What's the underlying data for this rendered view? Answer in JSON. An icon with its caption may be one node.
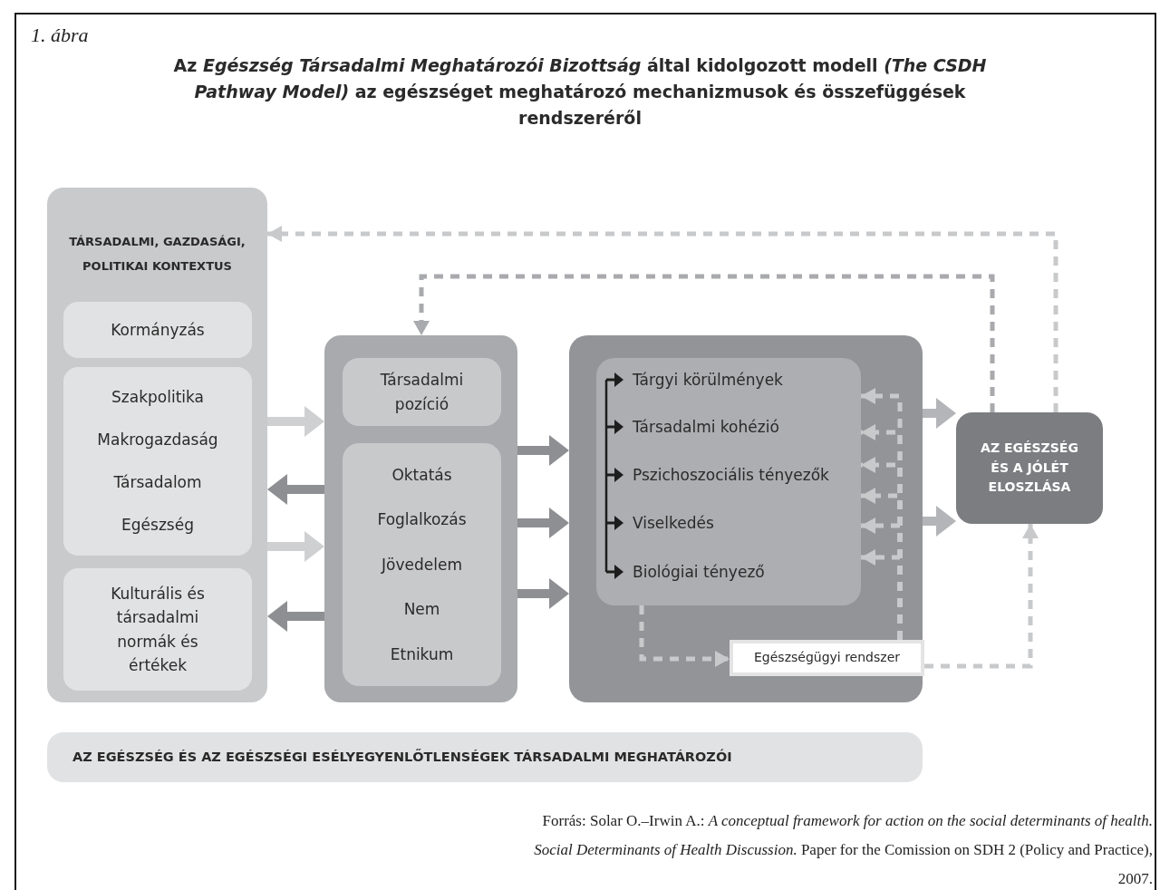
{
  "diagram": {
    "title": "Az *Egészség Társadalmi Meghatározói Bizottság* által kidolgozott modell *(The CSDH Pathway Model)* az egészséget meghatározó mechanizmusok és összefüggések rendszeréről",
    "caption": "Forrás: Solar O.–Irwin A.: *A conceptual framework for action on the social determinants of health. Social Determinants of Health Discussion.* Paper for the Comission on SDH 2 (Policy and Practice), 2007.",
    "nodes": [
      {
        "text": [
          "TÁRSADALMI, GAZDASÁGI, POLITIKAI KONTEXTUS"
        ]
      },
      {
        "text": [
          "Kormányzás"
        ],
        "in": 0
      },
      {
        "text": [
          "Szakpolitika",
          "Makrogazdaság",
          "Társadalom",
          "Egészség"
        ],
        "in": 0
      },
      {
        "text": [
          "Kulturális és társadalmi normák és értékek"
        ],
        "in": 0
      },
      {
        "text": [],
        "shape": "box"
      },
      {
        "text": [
          "Társadalmi pozíció"
        ],
        "in": 4
      },
      {
        "text": [
          "Oktatás",
          "Foglalkozás",
          "Jövedelem",
          "Nem",
          "Etnikum"
        ],
        "in": 4
      },
      {
        "text": [],
        "shape": "box"
      },
      {
        "text": [
          "Tárgyi körülmények",
          "Társadalmi kohézió",
          "Pszichoszociális tényezők",
          "Viselkedés",
          "Biológiai tényező"
        ],
        "in": 7
      },
      {
        "text": [
          "Egészségügyi rendszer"
        ],
        "in": 7
      },
      {
        "text": [
          "AZ EGÉSZSÉG ÉS A JÓLÉT ELOSZLÁSA"
        ]
      },
      {
        "text": [
          "AZ EGÉSZSÉG ÉS AZ EGÉSZSÉGI ESÉLYEGYENLŐTLENSÉGEK TÁRSADALMI MEGHATÁROZÓI"
        ]
      }
    ],
    "edges": [
      {
        "from": 10,
        "to": 0,
        "arrow": "to",
        "style": "dashed",
        "color": "#c8c9cb"
      },
      {
        "from": 10,
        "to": 4,
        "arrow": "to",
        "style": "dashed",
        "color": "#a9aaad"
      },
      {
        "from": 0,
        "to": 4,
        "arrow": "to",
        "style": "thick",
        "color": "#cfd0d2"
      },
      {
        "from": 4,
        "to": 0,
        "arrow": "to",
        "style": "thick",
        "color": "#8e8f93"
      },
      {
        "from": 0,
        "to": 4,
        "arrow": "to",
        "style": "thick",
        "color": "#cfd0d2"
      },
      {
        "from": 4,
        "to": 0,
        "arrow": "to",
        "style": "thick",
        "color": "#8e8f93"
      },
      {
        "from": 4,
        "to": 7,
        "arrow": "to",
        "style": "thick",
        "color": "#8e8f93"
      },
      {
        "from": 4,
        "to": 7,
        "arrow": "to",
        "style": "thick",
        "color": "#8e8f93"
      },
      {
        "from": 4,
        "to": 7,
        "arrow": "to",
        "style": "thick",
        "color": "#8e8f93"
      },
      {
        "from": 7,
        "to": 10,
        "arrow": "to",
        "style": "thick",
        "color": "#b4b5b8"
      },
      {
        "from": 7,
        "to": 10,
        "arrow": "to",
        "style": "thick",
        "color": "#b4b5b8"
      },
      {
        "from": 8,
        "to": 9,
        "arrow": "to",
        "style": "dashed",
        "color": "#c8c9cb"
      },
      {
        "from": 9,
        "to": 8,
        "arrow": "to",
        "style": "dashed",
        "color": "#c8c9cb"
      },
      {
        "from": 9,
        "to": 8,
        "arrow": "to",
        "style": "dashed",
        "color": "#c8c9cb"
      },
      {
        "from": 9,
        "to": 8,
        "arrow": "to",
        "style": "dashed",
        "color": "#c8c9cb"
      },
      {
        "from": 9,
        "to": 8,
        "arrow": "to",
        "style": "dashed",
        "color": "#c8c9cb"
      },
      {
        "from": 9,
        "to": 8,
        "arrow": "to",
        "style": "dashed",
        "color": "#c8c9cb"
      },
      {
        "from": 9,
        "to": 8,
        "arrow": "to",
        "style": "dashed",
        "color": "#c8c9cb"
      },
      {
        "from": 9,
        "to": 10,
        "arrow": "to",
        "style": "dashed",
        "color": "#c8c9cb"
      }
    ],
    "labels": [
      "1. ábra"
    ]
  }
}
